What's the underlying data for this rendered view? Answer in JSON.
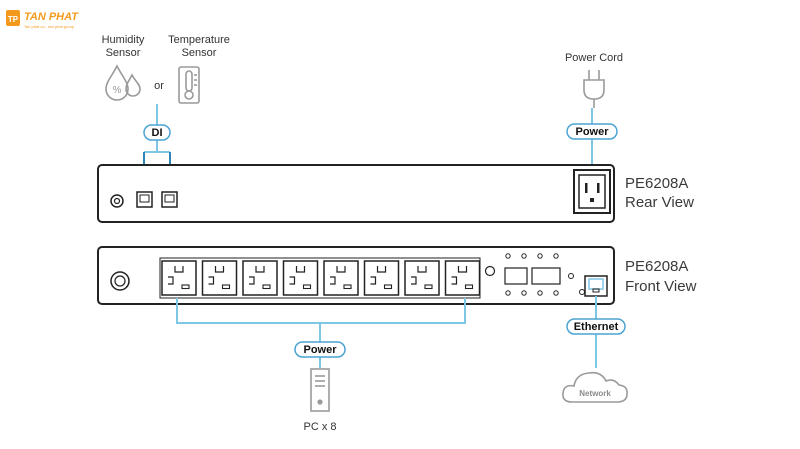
{
  "logo": {
    "brand": "TAN PHAT",
    "tagline": "Tan phat co - tan phat group",
    "mark": "TP",
    "color": "#f39a1e"
  },
  "sensors": {
    "humidity": [
      "Humidity",
      "Sensor"
    ],
    "or": "or",
    "temperature": [
      "Temperature",
      "Sensor"
    ]
  },
  "connections": {
    "di": "DI",
    "power_cord": "Power Cord",
    "power_rear": "Power",
    "power_front": "Power",
    "ethernet": "Ethernet",
    "network": "Network",
    "pc": "PC x 8"
  },
  "rear_view": {
    "model": "PE6208A",
    "view": "Rear View"
  },
  "front_view": {
    "model": "PE6208A",
    "view": "Front View",
    "outlet_count": 8
  },
  "colors": {
    "line": "#7ec6e8",
    "arrow": "#2e86b8",
    "device": "#222222",
    "pill_border": "#4aa3d3",
    "icon_grey": "#9a9a9a"
  }
}
